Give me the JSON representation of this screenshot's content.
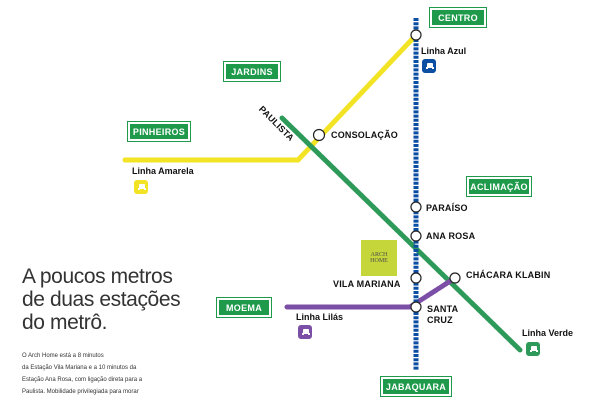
{
  "districts": {
    "centro": "CENTRO",
    "jardins": "JARDINS",
    "pinheiros": "PINHEIROS",
    "aclimacao": "ACLIMAÇÃO",
    "moema": "MOEMA",
    "jabaquara": "JABAQUARA"
  },
  "stations": {
    "paulista": "PAULISTA",
    "consolacao": "CONSOLAÇÃO",
    "paraiso": "PARAÍSO",
    "ana_rosa": "ANA ROSA",
    "vila_mariana": "VILA MARIANA",
    "chacara_klabin": "CHÁCARA KLABIN",
    "santa_cruz_1": "SANTA",
    "santa_cruz_2": "CRUZ"
  },
  "lines": {
    "azul": "Linha Azul",
    "amarela": "Linha Amarela",
    "lilas": "Linha Lilás",
    "verde": "Linha Verde"
  },
  "colors": {
    "azul": "#0b4fa3",
    "amarela": "#f2e324",
    "verde": "#2e9a5a",
    "lilas": "#7b4fa6",
    "district": "#1e9a4a",
    "logo": "#c5d63b"
  },
  "logo": {
    "line1": "ARCH",
    "line2": "HOME"
  },
  "headline": {
    "line1": "A poucos metros",
    "line2": "de duas estações",
    "line3": "do metrô."
  },
  "body": {
    "line1": "O Arch Home está a 8 minutos",
    "line2": "da Estação Vila Mariana e a 10 minutos da",
    "line3": "Estação Ana Rosa, com ligação direta para a",
    "line4": "Paulista. Mobilidade privilegiada para morar"
  }
}
